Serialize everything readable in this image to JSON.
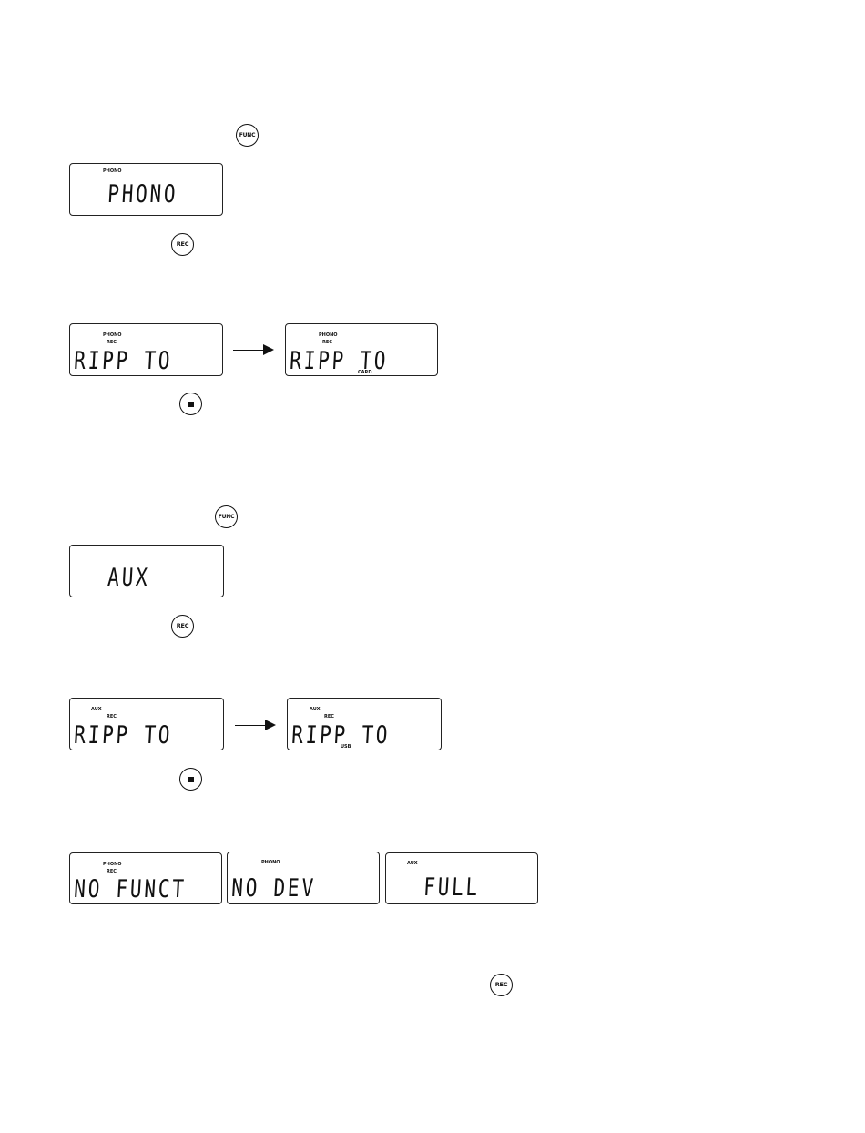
{
  "buttons": {
    "func": "FUNC",
    "rec": "REC",
    "stop_icon": "stop-square-icon"
  },
  "display_phono": {
    "indicators": {
      "source": "PHONO"
    },
    "text": "PHONO"
  },
  "display_phono_ripp_to": {
    "indicators": {
      "source": "PHONO",
      "rec": "REC"
    },
    "text": "RIPP TO"
  },
  "display_phono_ripp_to_card": {
    "indicators": {
      "source": "PHONO",
      "rec": "REC",
      "target": "CARD"
    },
    "text": "RIPP TO"
  },
  "display_aux": {
    "text": "AUX"
  },
  "display_aux_ripp_to": {
    "indicators": {
      "source": "AUX",
      "rec": "REC"
    },
    "text": "RIPP TO"
  },
  "display_aux_ripp_to_usb": {
    "indicators": {
      "source": "AUX",
      "rec": "REC",
      "target": "USB"
    },
    "text": "RIPP TO"
  },
  "display_no_funct": {
    "indicators": {
      "source": "PHONO",
      "rec": "REC"
    },
    "text": "NO FUNCT"
  },
  "display_no_dev": {
    "indicators": {
      "source": "PHONO"
    },
    "text": "NO DEV"
  },
  "display_full": {
    "indicators": {
      "source": "AUX"
    },
    "text": "FULL"
  }
}
